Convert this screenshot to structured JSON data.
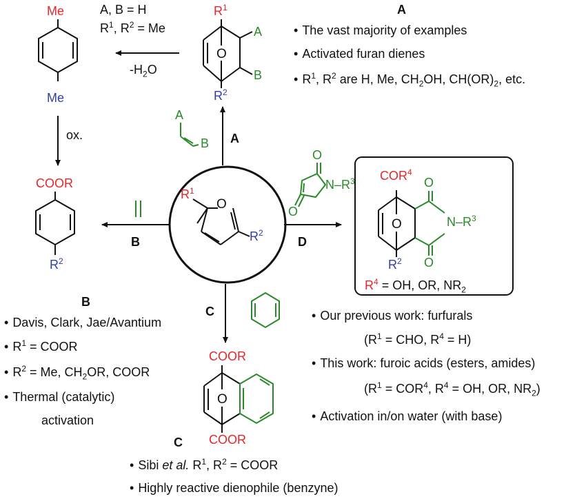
{
  "labels": {
    "A": "A",
    "B": "B",
    "C": "C",
    "D": "D"
  },
  "atoms": {
    "me": "Me",
    "o": "O",
    "n": "N",
    "r": "R",
    "a": "A",
    "b": "B",
    "sup1": "1",
    "sup2": "2",
    "sup3": "3",
    "sup4": "4",
    "cooR": "COOR",
    "cor": "COR",
    "dash_r": "–R"
  },
  "conditions": {
    "ab_eq_h": "A, B = H",
    "r1r2_me_pre": "R",
    "r1r2_me_mid": ", R",
    "r1r2_me_post": " = Me",
    "dehydration": "-H",
    "dehydration_sub": "2",
    "dehydration_post": "O",
    "oxidation": "ox."
  },
  "panel_A": {
    "heading": "A",
    "bullet1": "The vast majority of examples",
    "bullet2": "Activated furan dienes",
    "bullet3_pre": "R",
    "bullet3_mid": ", R",
    "bullet3_post": " are H, Me, CH",
    "bullet3_sub": "2",
    "bullet3_post2": "OH, CH(OR)",
    "bullet3_sub2": "2",
    "bullet3_end": ", etc."
  },
  "panel_B": {
    "heading": "B",
    "bullet1": "Davis, Clark, Jae/Avantium",
    "bullet2_pre": "R",
    "bullet2_post": " = COOR",
    "bullet3_pre": "R",
    "bullet3_mid": " = Me, CH",
    "bullet3_sub": "2",
    "bullet3_post": "OR, COOR",
    "bullet4": "Thermal (catalytic)",
    "bullet4_cont": "activation"
  },
  "panel_C": {
    "heading": "C",
    "bullet1_pre": "Sibi ",
    "bullet1_italic": "et al.",
    "bullet1_mid": " R",
    "bullet1_mid2": ", R",
    "bullet1_post": " = COOR",
    "bullet2": "Highly reactive dienophile (benzyne)"
  },
  "panel_D": {
    "box_r4_pre": "R",
    "box_r4_post": " = OH, OR, NR",
    "box_r4_sub": "2",
    "bullet1": "Our previous work: furfurals",
    "bullet1_sub_pre": "(R",
    "bullet1_sub_mid": " = CHO, R",
    "bullet1_sub_post": " = H)",
    "bullet2": "This work: furoic acids (esters, amides)",
    "bullet2_sub_pre": "(R",
    "bullet2_sub_mid": " = COR",
    "bullet2_sub_mid2": ", R",
    "bullet2_sub_post": " = OH, OR, NR",
    "bullet2_sub_sub": "2",
    "bullet2_sub_end": ")",
    "bullet3": "Activation in/on water (with base)"
  },
  "colors": {
    "red": "#e8262a",
    "blue": "#2f3ea3",
    "green": "#2a8a2a",
    "black": "#111111"
  }
}
